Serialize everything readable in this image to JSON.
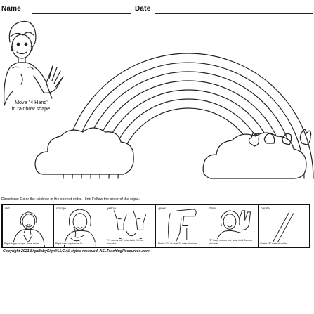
{
  "header": {
    "name_label": "Name",
    "date_label": "Date"
  },
  "caption_lines": [
    "Move \"4 Hand\"",
    "in rainbow shape."
  ],
  "directions": "Directions: Color the rainbow in the correct order. Hint: Follow the order of the signs.",
  "signs": [
    {
      "color": "red",
      "desc": "Right finger on lips, down twice."
    },
    {
      "color": "orange",
      "desc": "Right hand squeezes 2x."
    },
    {
      "color": "yellow",
      "desc": "\"Y\" moves out, wrist twist 2x near shoulder."
    },
    {
      "color": "green",
      "desc": "Shake \"G\" at wrist 2x near shoulder."
    },
    {
      "color": "blue",
      "desc": "\"B\" hand moves out, wrist twist 2x near shoulder."
    },
    {
      "color": "purple",
      "desc": "Shake \"P\" near shoulder."
    }
  ],
  "copyright": "Copyright 2021 SignBabySign®LLC All rights reserved. ASLTeachingResources.com"
}
